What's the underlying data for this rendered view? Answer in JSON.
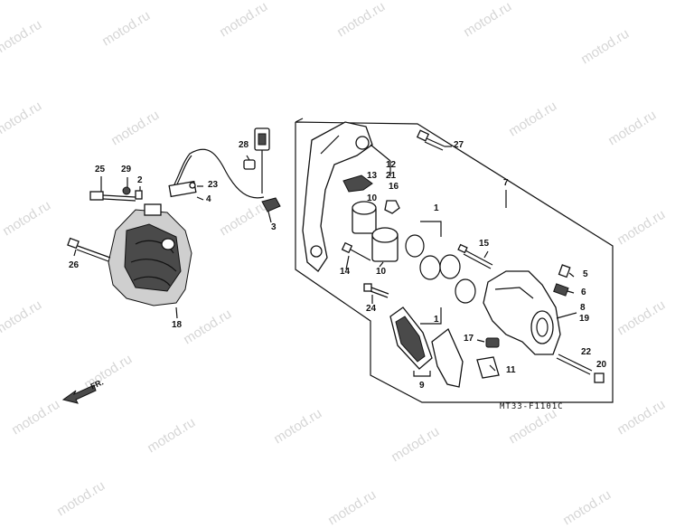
{
  "watermark": "motod.ru",
  "diagram_code": "MT33-F1101C",
  "direction_label": "FR.",
  "callouts": {
    "c1a": "1",
    "c1b": "1",
    "c2": "2",
    "c3": "3",
    "c4": "4",
    "c5": "5",
    "c6": "6",
    "c7": "7",
    "c8": "8",
    "c9": "9",
    "c10a": "10",
    "c10b": "10",
    "c11": "11",
    "c12": "12",
    "c13": "13",
    "c14": "14",
    "c15": "15",
    "c16": "16",
    "c17": "17",
    "c18": "18",
    "c19": "19",
    "c20": "20",
    "c21": "21",
    "c22": "22",
    "c23": "23",
    "c24": "24",
    "c25": "25",
    "c26": "26",
    "c27": "27",
    "c28": "28",
    "c29": "29"
  }
}
